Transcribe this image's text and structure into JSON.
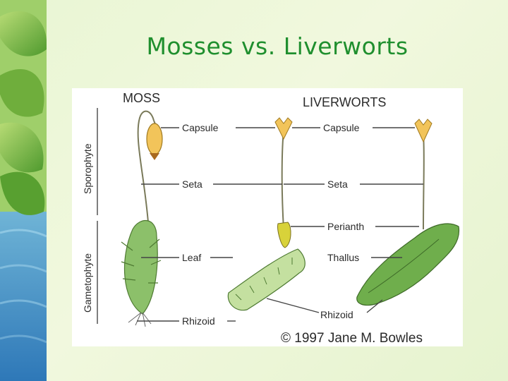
{
  "slide": {
    "title": "Mosses vs. Liverworts"
  },
  "diagram": {
    "moss_heading": "MOSS",
    "liverworts_heading": "LIVERWORTS",
    "phase_labels": {
      "sporophyte": "Sporophyte",
      "gametophyte": "Gametophyte"
    },
    "moss_parts": {
      "capsule": "Capsule",
      "seta": "Seta",
      "leaf": "Leaf",
      "rhizoid": "Rhizoid"
    },
    "liverwort_parts": {
      "capsule": "Capsule",
      "seta": "Seta",
      "perianth": "Perianth",
      "thallus": "Thallus",
      "rhizoid": "Rhizoid"
    },
    "copyright": "© 1997 Jane M. Bowles"
  },
  "colors": {
    "title": "#1f8f2e",
    "leaf_green": "#8cc06a",
    "capsule_yellow": "#f2c45a"
  }
}
